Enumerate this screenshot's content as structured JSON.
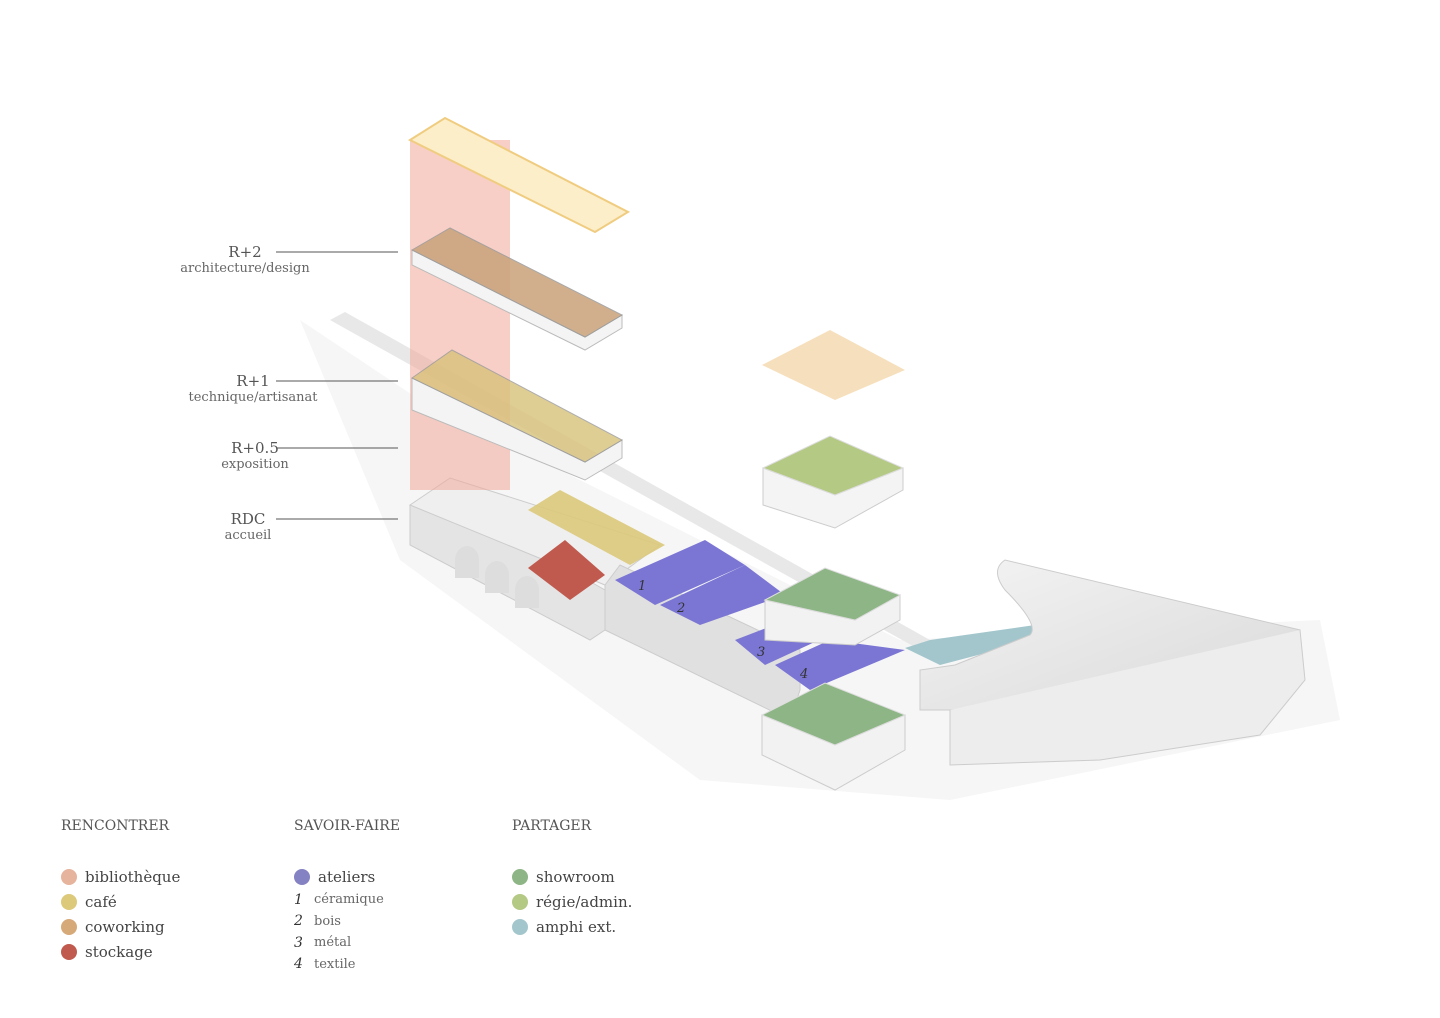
{
  "levels": [
    {
      "code": "R+2",
      "label": "architecture/design"
    },
    {
      "code": "R+1",
      "label": "technique/artisanat"
    },
    {
      "code": "R+0.5",
      "label": "exposition"
    },
    {
      "code": "RDC",
      "label": "accueil"
    }
  ],
  "atelier_numbers": [
    "1",
    "2",
    "3",
    "4"
  ],
  "legend": [
    {
      "title": "RENCONTRER",
      "items": [
        {
          "label": "bibliothèque",
          "color": "#e6b39c"
        },
        {
          "label": "café",
          "color": "#dcc97a"
        },
        {
          "label": "coworking",
          "color": "#d6a978"
        },
        {
          "label": "stockage",
          "color": "#c05a4e"
        }
      ]
    },
    {
      "title": "SAVOIR-FAIRE",
      "items": [
        {
          "label": "ateliers",
          "color": "#8482c2"
        }
      ],
      "sub": [
        {
          "n": "1",
          "label": "céramique"
        },
        {
          "n": "2",
          "label": "bois"
        },
        {
          "n": "3",
          "label": "métal"
        },
        {
          "n": "4",
          "label": "textile"
        }
      ]
    },
    {
      "title": "PARTAGER",
      "items": [
        {
          "label": "showroom",
          "color": "#8db585"
        },
        {
          "label": "régie/admin.",
          "color": "#b4c984"
        },
        {
          "label": "amphi ext.",
          "color": "#a3c6cd"
        }
      ]
    }
  ]
}
